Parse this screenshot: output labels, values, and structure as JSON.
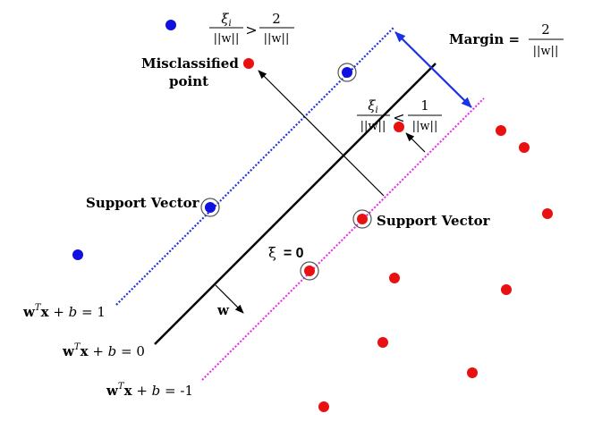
{
  "colors": {
    "positive": "#1010e0",
    "negative": "#e81010",
    "positive_margin": "#2233dd",
    "negative_margin": "#ee22ee",
    "hyperplane": "#000000",
    "margin_arrow": "#1a33e6"
  },
  "labels": {
    "margin_prefix": "Margin =",
    "misclassified_line1": "Misclassified",
    "misclassified_line2": "point",
    "support_vector_left": "Support Vector",
    "support_vector_right": "Support Vector",
    "xi_zero_symbol": "ξ",
    "xi_zero_eq": "= 0",
    "w_vector": "w"
  },
  "fractions": {
    "margin_num": "2",
    "margin_den": "||w||",
    "xi_i": "ξ",
    "xi_i_sub": "i",
    "gt": ">",
    "lt": "<",
    "gt_rhs_num": "2",
    "lt_rhs_num": "1",
    "norm_den": "||w||"
  },
  "equations": {
    "pos": {
      "w": "w",
      "T": "T",
      "x": "x",
      "rest": " + ",
      "b": "b",
      "rhs": " = 1"
    },
    "mid": {
      "w": "w",
      "T": "T",
      "x": "x",
      "rest": " + ",
      "b": "b",
      "rhs": " = 0"
    },
    "neg": {
      "w": "w",
      "T": "T",
      "x": "x",
      "rest": " + ",
      "b": "b",
      "rhs": " = -1"
    }
  }
}
